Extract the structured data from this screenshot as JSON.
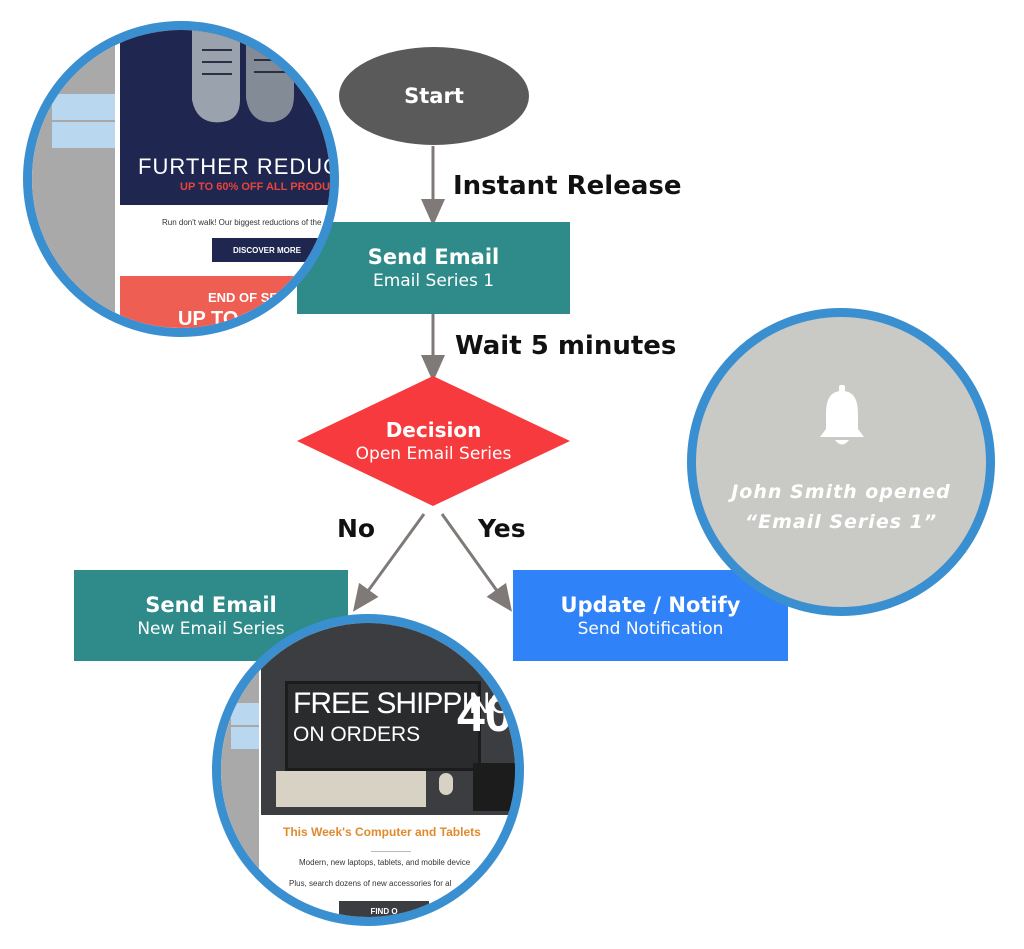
{
  "flow": {
    "start": "Start",
    "step1_label": "Instant Release",
    "send_email_1": {
      "title": "Send Email",
      "subtitle": "Email Series 1"
    },
    "step2_label": "Wait 5 minutes",
    "decision": {
      "title": "Decision",
      "subtitle": "Open Email Series"
    },
    "branch_no_label": "No",
    "branch_yes_label": "Yes",
    "send_email_no": {
      "title": "Send Email",
      "subtitle": "New Email Series"
    },
    "update_yes": {
      "title": "Update / Notify",
      "subtitle": "Send Notification"
    }
  },
  "colors": {
    "start": "#5a5a5a",
    "teal": "#2e8b8a",
    "blue": "#2f82f7",
    "decision": "#f73a3d",
    "ring": "#3a8fd0",
    "notification_bg": "#c9c9c6"
  },
  "email_preview_1": {
    "headline": "FURTHER REDUC",
    "subheadline": "UP TO 60% OFF ALL PRODU",
    "body": "Run don't walk! Our biggest reductions of the s",
    "button": "DISCOVER MORE",
    "promo_line1": "END OF SE",
    "promo_line2": "UP TO"
  },
  "email_preview_2": {
    "banner_line1": "FREE SHIPPING",
    "banner_line2": "ON ORDERS",
    "banner_number": "40",
    "title": "This Week's Computer and Tablets",
    "line1": "Modern, new laptops, tablets, and mobile device",
    "line2": "Plus, search dozens of new accessories for al",
    "button": "FIND O"
  },
  "notification": {
    "icon": "bell-icon",
    "line1": "John Smith opened",
    "line2": "“Email Series 1”"
  }
}
